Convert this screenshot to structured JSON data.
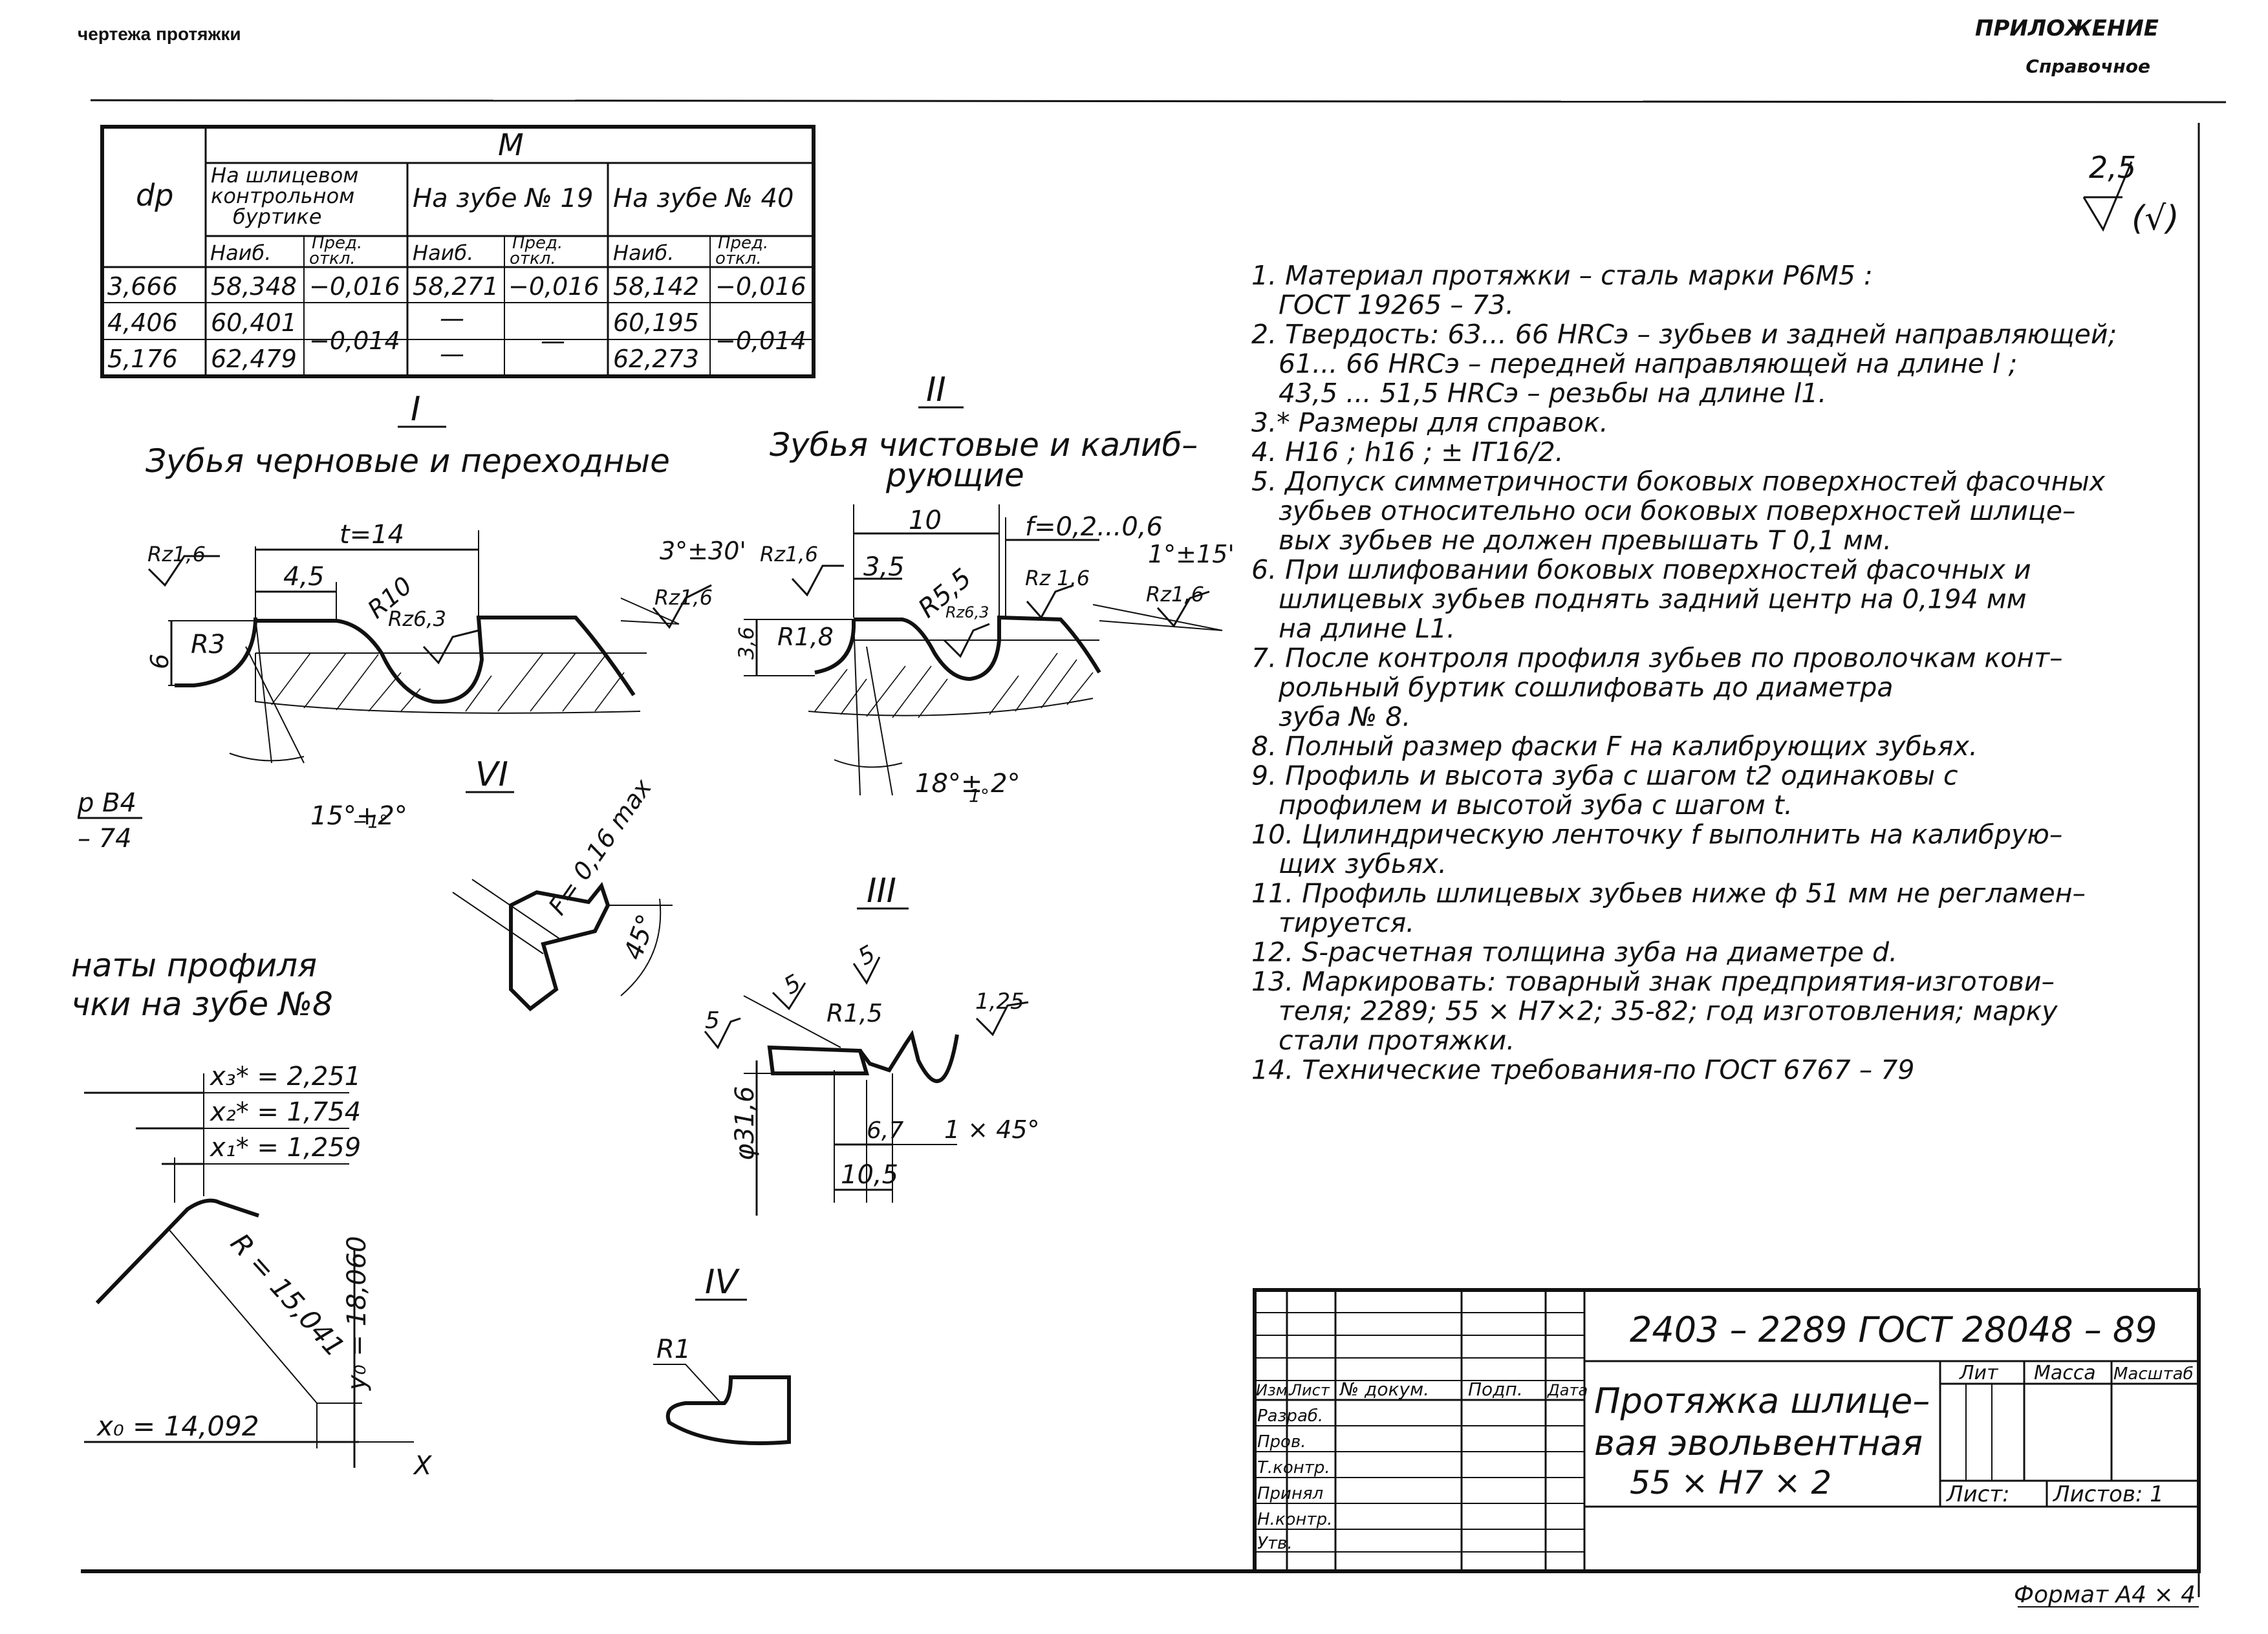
{
  "header": {
    "top_left": "чертежа протяжки",
    "appendix": "ПРИЛОЖЕНИЕ",
    "reference": "Справочное"
  },
  "roughness": {
    "value": "2,5",
    "symbol": "(√)"
  },
  "table": {
    "col_dp": "dp",
    "col_M": "M",
    "group1": [
      "На шлицевом",
      "контрольном",
      "буртике"
    ],
    "group2": "На зубе № 19",
    "group3": "На зубе № 40",
    "sub_naib": "Наиб.",
    "sub_pred": [
      "Пред.",
      "откл."
    ],
    "rows": [
      {
        "dp": "3,666",
        "m1": "58,348",
        "d1": "−0,016",
        "m2": "58,271",
        "d2": "−0,016",
        "m3": "58,142",
        "d3": "−0,016"
      },
      {
        "dp": "4,406",
        "m1": "60,401",
        "d1": "−0,014",
        "m2": "—",
        "d2": "—",
        "m3": "60,195",
        "d3": "−0,014"
      },
      {
        "dp": "5,176",
        "m1": "62,479",
        "m2": "—",
        "m3": "62,273"
      }
    ]
  },
  "notes": [
    "1. Материал протяжки – сталь марки Р6М5 :",
    "   ГОСТ 19265 – 73.",
    "2. Твердость: 63... 66 HRCэ – зубьев и задней направляющей;",
    "   61... 66 HRCэ – передней направляющей на длине l ;",
    "   43,5 ... 51,5 HRCэ – резьбы на длине l1.",
    "3.* Размеры для справок.",
    "4. H16 ; h16 ; ± IT16/2.",
    "5. Допуск симметричности боковых поверхностей фасочных",
    "   зубьев относительно оси боковых поверхностей шлице–",
    "   вых зубьев не должен превышать T 0,1 мм.",
    "6. При шлифовании боковых поверхностей фасочных и",
    "   шлицевых зубьев поднять задний центр на 0,194 мм",
    "   на длине L1.",
    "7. После контроля профиля зубьев по проволочкам конт–",
    "   рольный буртик сошлифовать до диаметра",
    "   зуба № 8.",
    "8. Полный размер фаски F на калибрующих зубьях.",
    "9. Профиль и высота зуба с шагом t2 одинаковы с",
    "   профилем и высотой зуба с шагом t.",
    "10. Цилиндрическую ленточку f выполнить на калибрую–",
    "    щих зубьях.",
    "11. Профиль шлицевых зубьев ниже ф 51 мм не регламен–",
    "    тируется.",
    "12. S-расчетная толщина зуба на диаметре d.",
    "13. Маркировать: товарный знак предприятия-изготови–",
    "    теля; 2289; 55 × H7×2; 35-82; год изготовления; марку",
    "    стали протяжки.",
    "14. Технические требования-по ГОСТ 6767 – 79"
  ],
  "views": {
    "I": {
      "label": "I",
      "title": "Зубья черновые и переходные",
      "dims": {
        "pitch": "t=14",
        "land": "4,5",
        "radius": "R10",
        "rz_left": "Rz1,6",
        "rz_mid": "Rz6,3",
        "rz_right": "Rz1,6",
        "r3": "R3",
        "height": "6",
        "angle_top": "3°±30'",
        "angle_bottom": "15°+2°",
        "angle_bottom_tol": "−1°"
      }
    },
    "II": {
      "label": "II",
      "title_line1": "Зубья чистовые и калиб–",
      "title_line2": "рующие",
      "dims": {
        "width": "10",
        "f": "f=0,2...0,6",
        "land": "3,5",
        "radius": "R5,5",
        "rz_left": "Rz1,6",
        "rz_mid": "Rz6,3",
        "rz_mid2": "Rz 1,6",
        "rz_right": "Rz1,6",
        "r18": "R1,8",
        "height": "3,6",
        "angle_top": "1°±15'",
        "angle_bottom": "18°± 2°",
        "angle_bottom_tol": "1°"
      }
    },
    "III": {
      "label": "III",
      "dims": {
        "rough1": "5",
        "rough2": "5",
        "rough3": "5",
        "r15": "R1,5",
        "rough4": "1,25",
        "diameter": "φ31,6",
        "d67": "6,7",
        "d105": "10,5",
        "chamfer": "1 × 45°"
      }
    },
    "IV": {
      "label": "IV",
      "dims": {
        "r1": "R1"
      }
    },
    "VI": {
      "label": "VI",
      "dims": {
        "F": "F= 0,16 max",
        "angle": "45°"
      }
    },
    "side_ref": [
      "р B4",
      "– 74"
    ],
    "coords": {
      "title_line1": "наты профиля",
      "title_line2": "чки на зубе №8",
      "x3": "x₃* = 2,251",
      "x2": "x₂* = 1,754",
      "x1": "x₁* = 1,259",
      "R": "R = 15,041",
      "y0": "y₀ = 18,060",
      "x0": "x₀ = 14,092",
      "axis_x": "X"
    }
  },
  "title_block": {
    "designation": "2403 – 2289 ГОСТ 28048 – 89",
    "name_line1": "Протяжка шлице–",
    "name_line2": "вая эвольвентная",
    "name_line3": "55 × H7 × 2",
    "col_izm": "Изм.",
    "col_list": "Лист",
    "col_doc": "№ докум.",
    "col_podp": "Подп.",
    "col_data": "Дата",
    "roles": [
      "Разраб.",
      "Пров.",
      "Т.контр.",
      "Принял",
      "Н.контр.",
      "Утв."
    ],
    "lit": "Лит",
    "massa": "Масса",
    "masshtab": "Масштаб",
    "sheet": "Лист:",
    "sheets": "Листов: 1"
  },
  "format": "Формат А4 × 4"
}
